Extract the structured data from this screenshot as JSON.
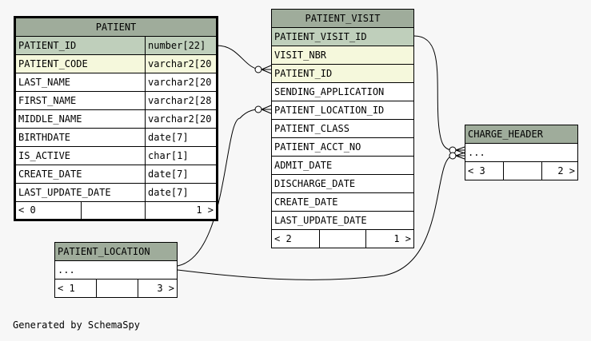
{
  "tables": {
    "patient": {
      "title": "PATIENT",
      "columns": [
        {
          "name": "PATIENT_ID",
          "type": "number[22]"
        },
        {
          "name": "PATIENT_CODE",
          "type": "varchar2[20"
        },
        {
          "name": "LAST_NAME",
          "type": "varchar2[20"
        },
        {
          "name": "FIRST_NAME",
          "type": "varchar2[28"
        },
        {
          "name": "MIDDLE_NAME",
          "type": "varchar2[20"
        },
        {
          "name": "BIRTHDATE",
          "type": "date[7]"
        },
        {
          "name": "IS_ACTIVE",
          "type": "char[1]"
        },
        {
          "name": "CREATE_DATE",
          "type": "date[7]"
        },
        {
          "name": "LAST_UPDATE_DATE",
          "type": "date[7]"
        }
      ],
      "footer": {
        "parents": "< 0",
        "children": "1 >"
      }
    },
    "patient_visit": {
      "title": "PATIENT_VISIT",
      "columns": [
        "PATIENT_VISIT_ID",
        "VISIT_NBR",
        "PATIENT_ID",
        "SENDING_APPLICATION",
        "PATIENT_LOCATION_ID",
        "PATIENT_CLASS",
        "PATIENT_ACCT_NO",
        "ADMIT_DATE",
        "DISCHARGE_DATE",
        "CREATE_DATE",
        "LAST_UPDATE_DATE"
      ],
      "footer": {
        "parents": "< 2",
        "children": "1 >"
      }
    },
    "charge_header": {
      "title": "CHARGE_HEADER",
      "body": "...",
      "footer": {
        "parents": "< 3",
        "children": "2 >"
      }
    },
    "patient_location": {
      "title": "PATIENT_LOCATION",
      "body": "...",
      "footer": {
        "parents": "< 1",
        "children": "3 >"
      }
    }
  },
  "caption": "Generated by SchemaSpy",
  "colors": {
    "title": "#9fac9b",
    "primary_key": "#bfcfbb",
    "foreign_key": "#f5f8dc",
    "background": "#f7f7f7"
  }
}
